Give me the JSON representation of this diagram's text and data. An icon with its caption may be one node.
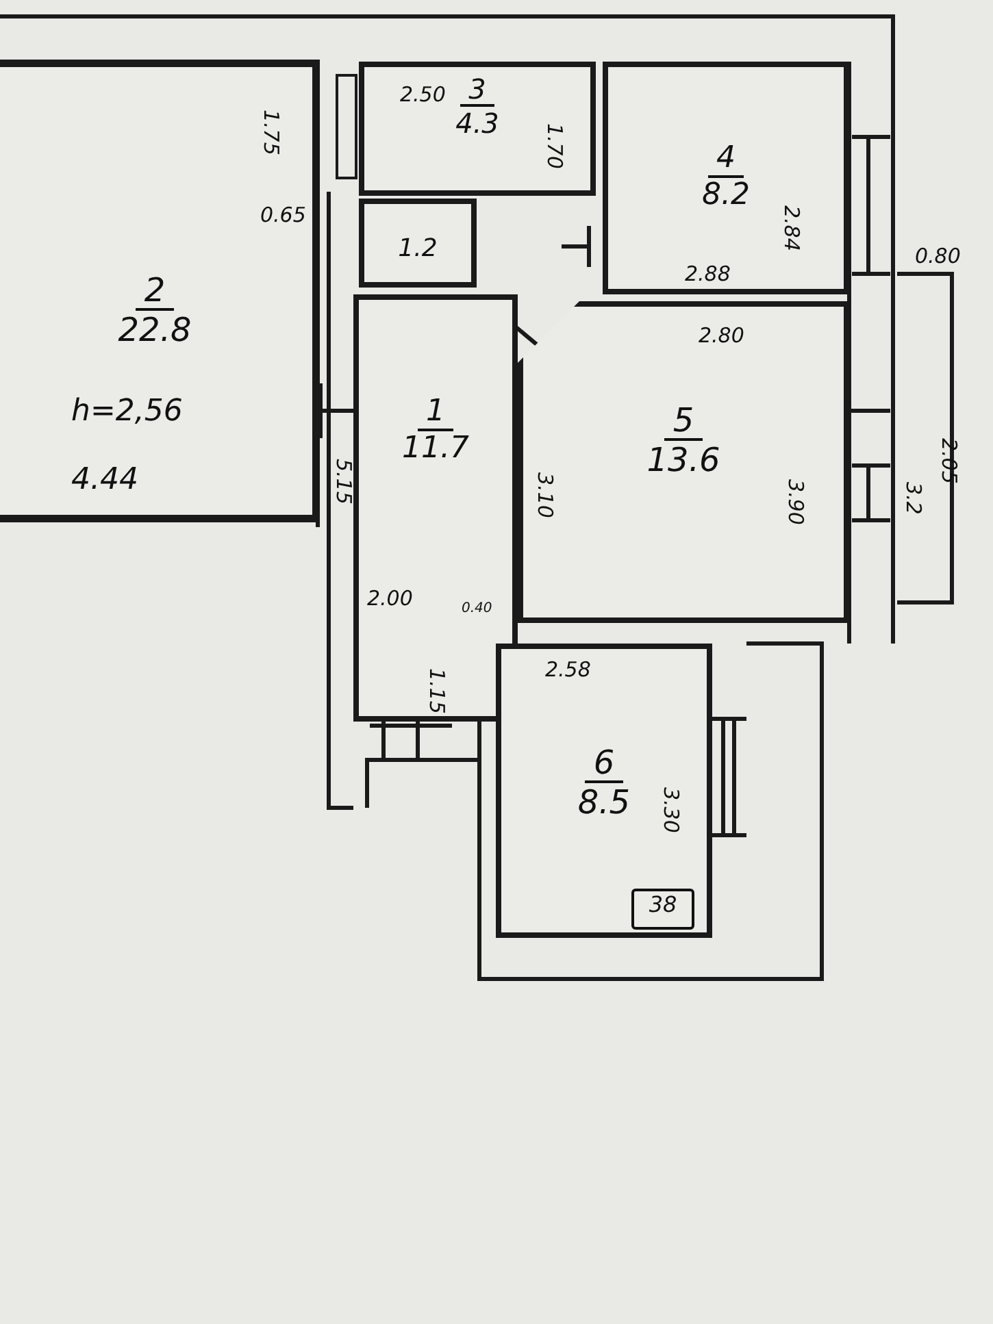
{
  "diagram": {
    "nodes": [
      {
        "text": [
          "2",
          "22.8"
        ]
      },
      {
        "text": [
          "3",
          "4.3"
        ]
      },
      {
        "text": [
          "4",
          "8.2"
        ]
      },
      {
        "text": [
          "1.2"
        ]
      },
      {
        "text": [
          "1",
          "11.7"
        ]
      },
      {
        "text": [
          "5",
          "13.6"
        ]
      },
      {
        "text": [
          "6",
          "8.5"
        ]
      },
      {
        "text": [
          "38"
        ],
        "in": 6
      }
    ],
    "labels": [
      "1.75",
      "2.50",
      "1.70",
      "0.65",
      "2.84",
      "2.88",
      "0.80",
      "2.80",
      "h=2,56",
      "4.44",
      "5.15",
      "3.10",
      "3.90",
      "3.2",
      "2.05",
      "2.00",
      "0.40",
      "1.15",
      "2.58",
      "3.30"
    ]
  }
}
